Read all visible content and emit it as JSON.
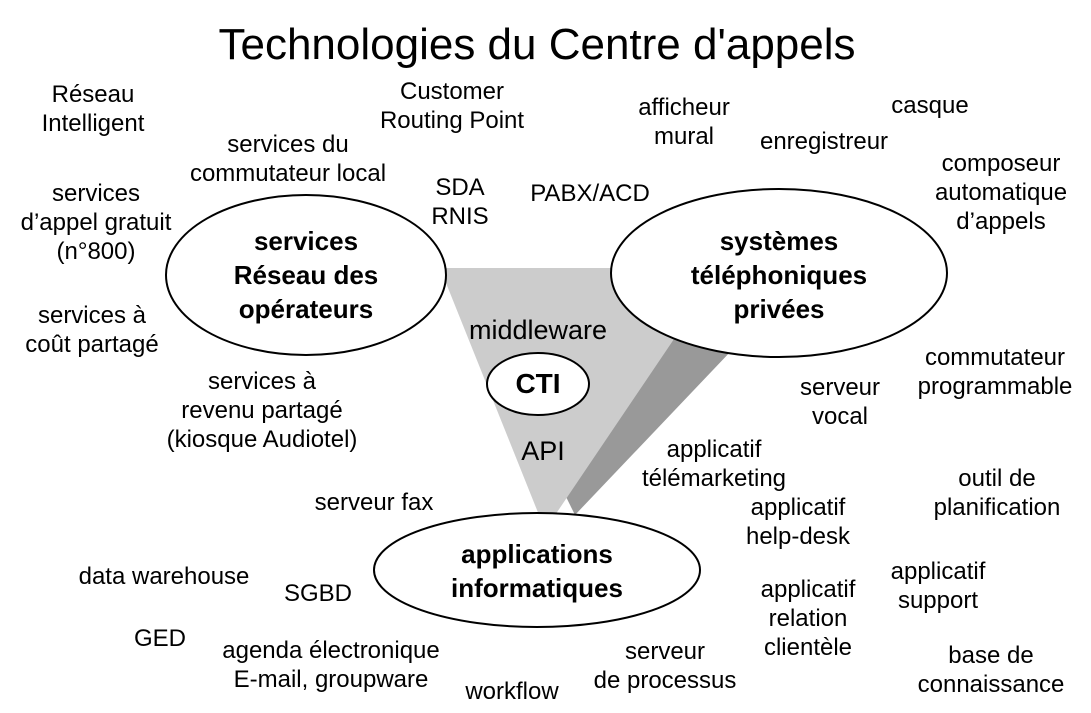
{
  "title": "Technologies du Centre d'appels",
  "hubs": {
    "operators": "services\nRéseau des\nopérateurs",
    "pbx": "systèmes\ntéléphoniques\nprivées",
    "it": "applications\ninformatiques"
  },
  "center": {
    "middleware": "middleware",
    "cti": "CTI",
    "api": "API"
  },
  "labels": {
    "reseau_intelligent": "Réseau\nIntelligent",
    "customer_routing_point": "Customer\nRouting Point",
    "afficheur_mural": "afficheur\nmural",
    "casque": "casque",
    "enregistreur": "enregistreur",
    "services_commutateur_local": "services du\ncommutateur local",
    "sda_rnis": "SDA\nRNIS",
    "pabx_acd": "PABX/ACD",
    "composeur_automatique": "composeur\nautomatique\nd’appels",
    "appel_gratuit": "services\nd’appel gratuit\n(n°800)",
    "cout_partage": "services à\ncoût partagé",
    "revenu_partage": "services à\nrevenu partagé\n(kiosque Audiotel)",
    "commutateur_programmable": "commutateur\nprogrammable",
    "serveur_vocal": "serveur\nvocal",
    "applicatif_telemarketing": "applicatif\ntélémarketing",
    "outil_planification": "outil de\nplanification",
    "serveur_fax": "serveur fax",
    "applicatif_helpdesk": "applicatif\nhelp-desk",
    "applicatif_support": "applicatif\nsupport",
    "data_warehouse": "data warehouse",
    "sgbd": "SGBD",
    "applicatif_relation_clientele": "applicatif\nrelation\nclientèle",
    "ged": "GED",
    "agenda_electronique": "agenda électronique\nE-mail, groupware",
    "serveur_processus": "serveur\nde processus",
    "base_connaissance": "base de\nconnaissance",
    "workflow": "workflow"
  },
  "colors": {
    "triangle_fill": "#cccccc",
    "triangle_shadow": "#999999",
    "ellipse_stroke": "#000000",
    "ellipse_fill": "#ffffff",
    "text": "#000000"
  }
}
